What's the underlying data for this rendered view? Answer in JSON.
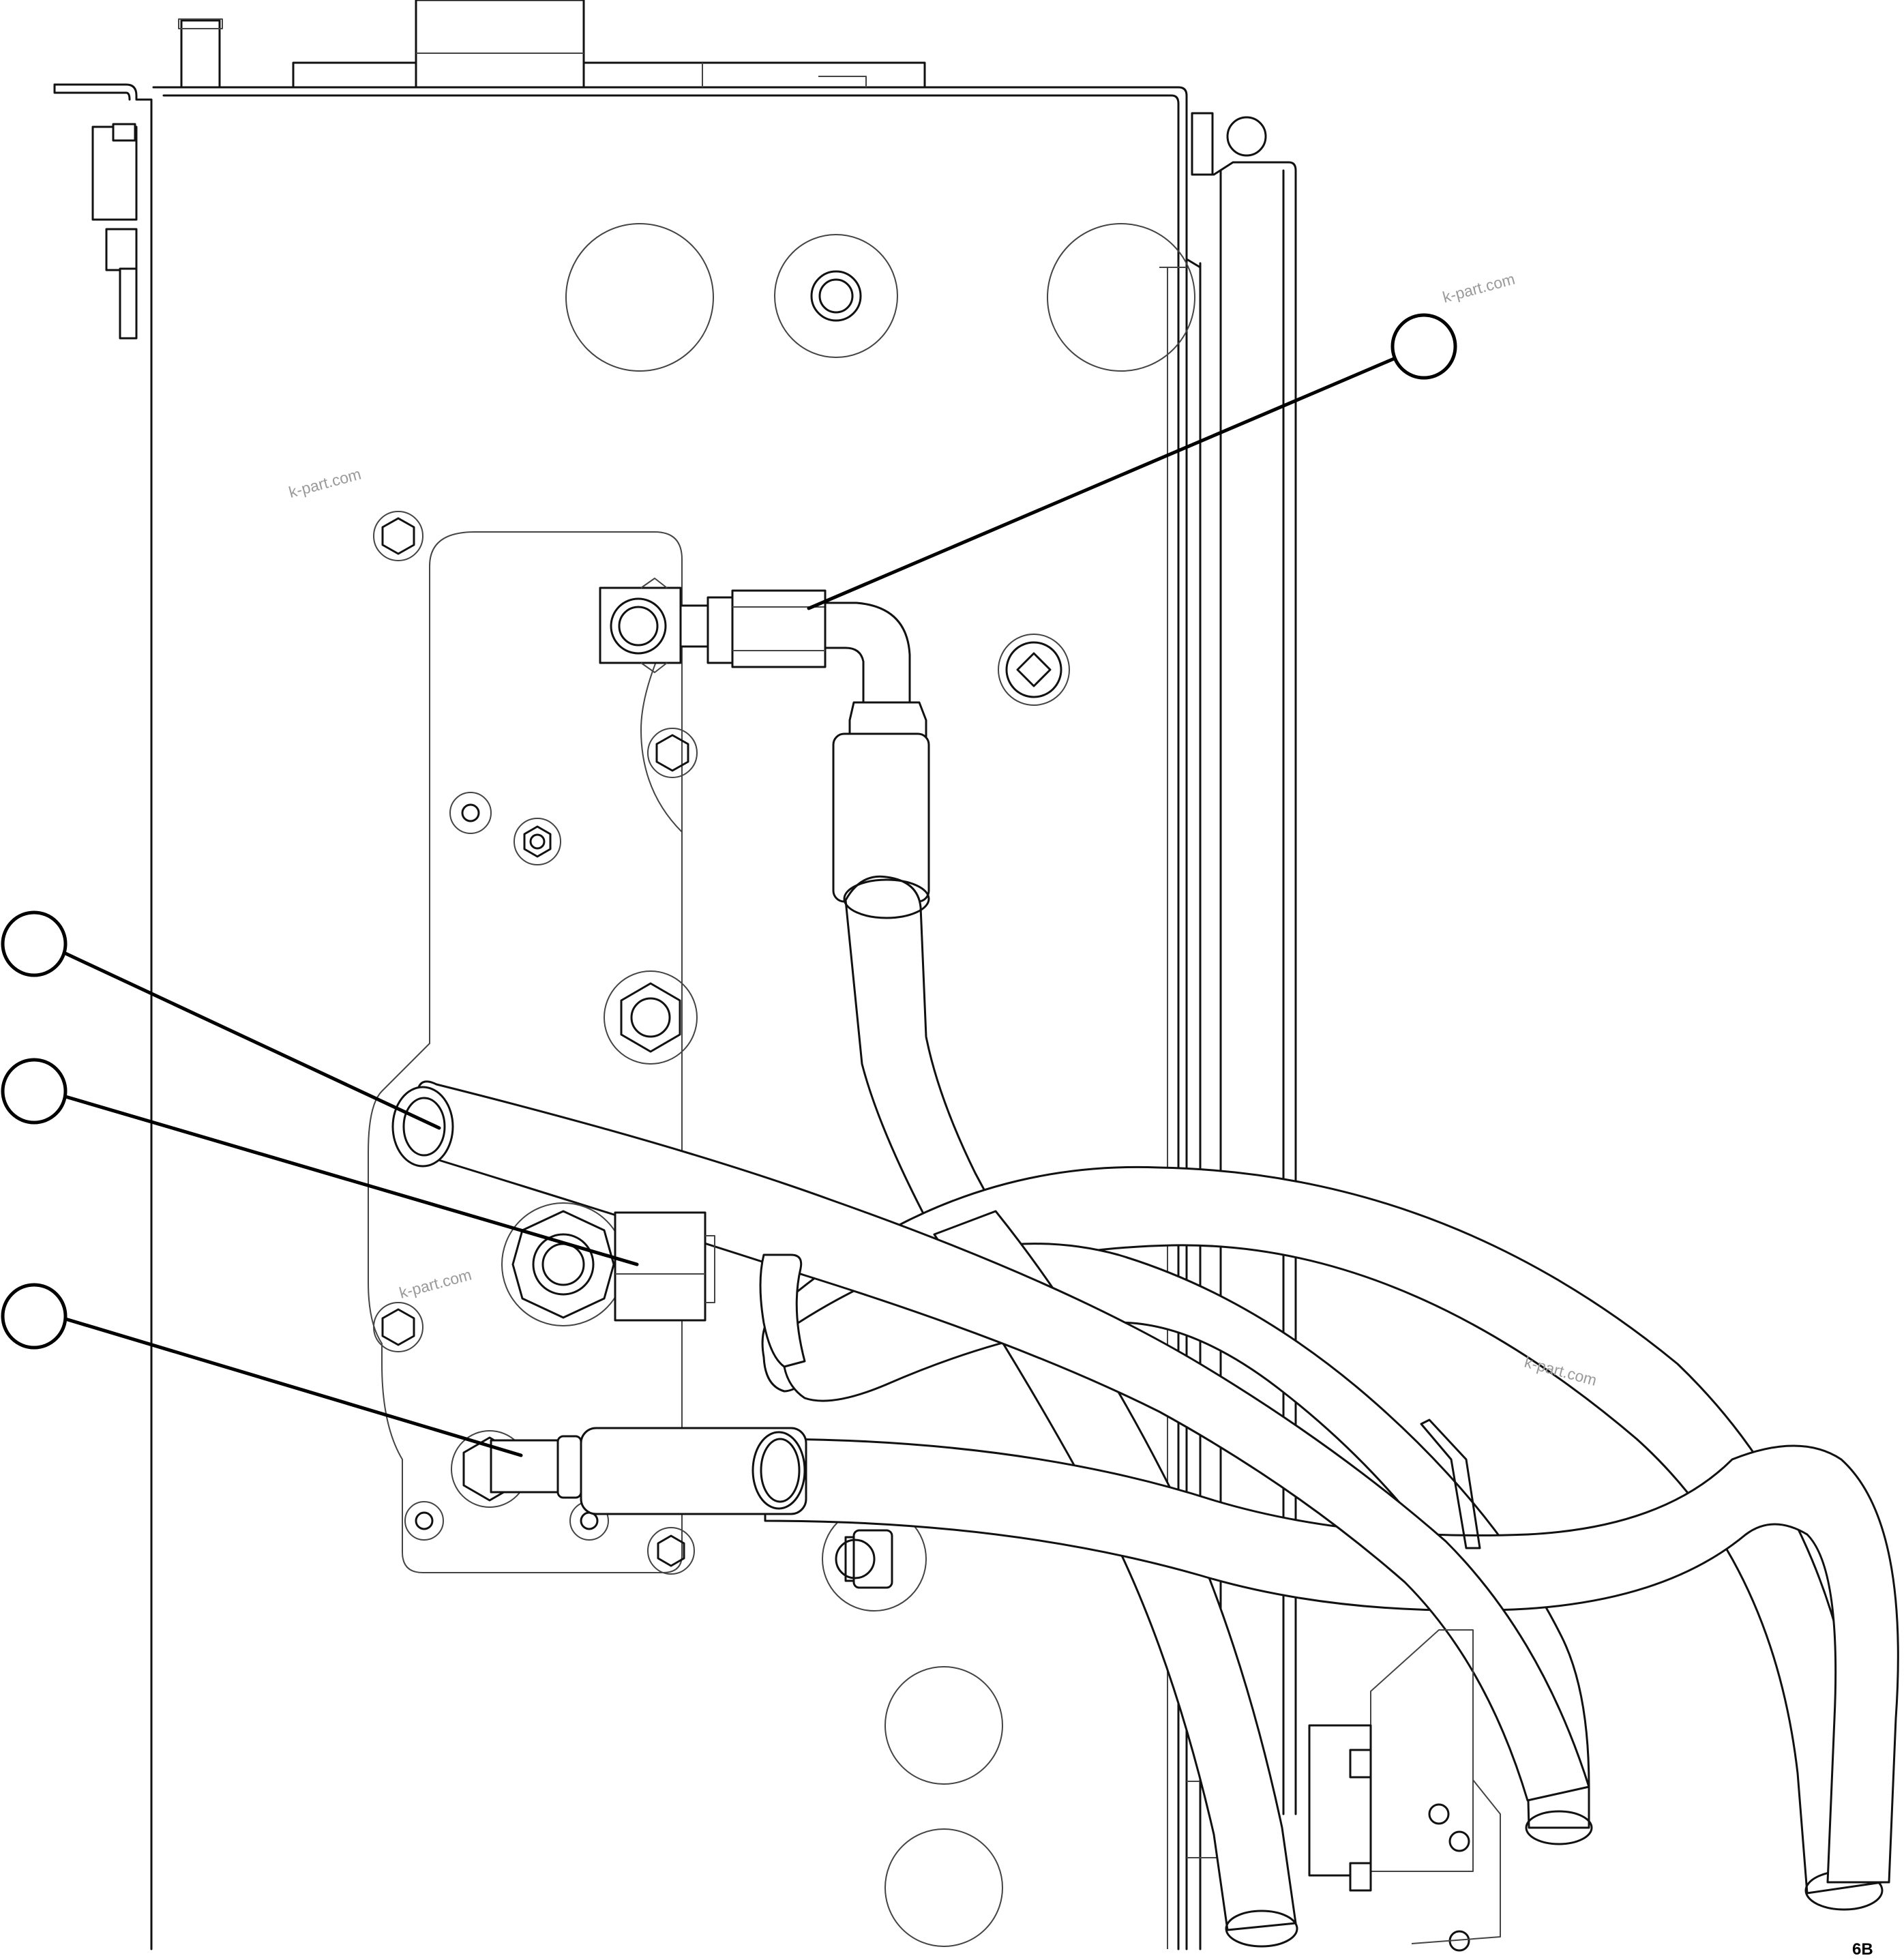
{
  "watermarks": [
    "k-part.com",
    "k-part.com",
    "k-part.com",
    "k-part.com"
  ],
  "callouts": [
    {
      "id": "callout-top-right",
      "label": ""
    },
    {
      "id": "callout-left-1",
      "label": ""
    },
    {
      "id": "callout-left-2",
      "label": ""
    },
    {
      "id": "callout-left-3",
      "label": ""
    }
  ],
  "figure_code": "6B"
}
